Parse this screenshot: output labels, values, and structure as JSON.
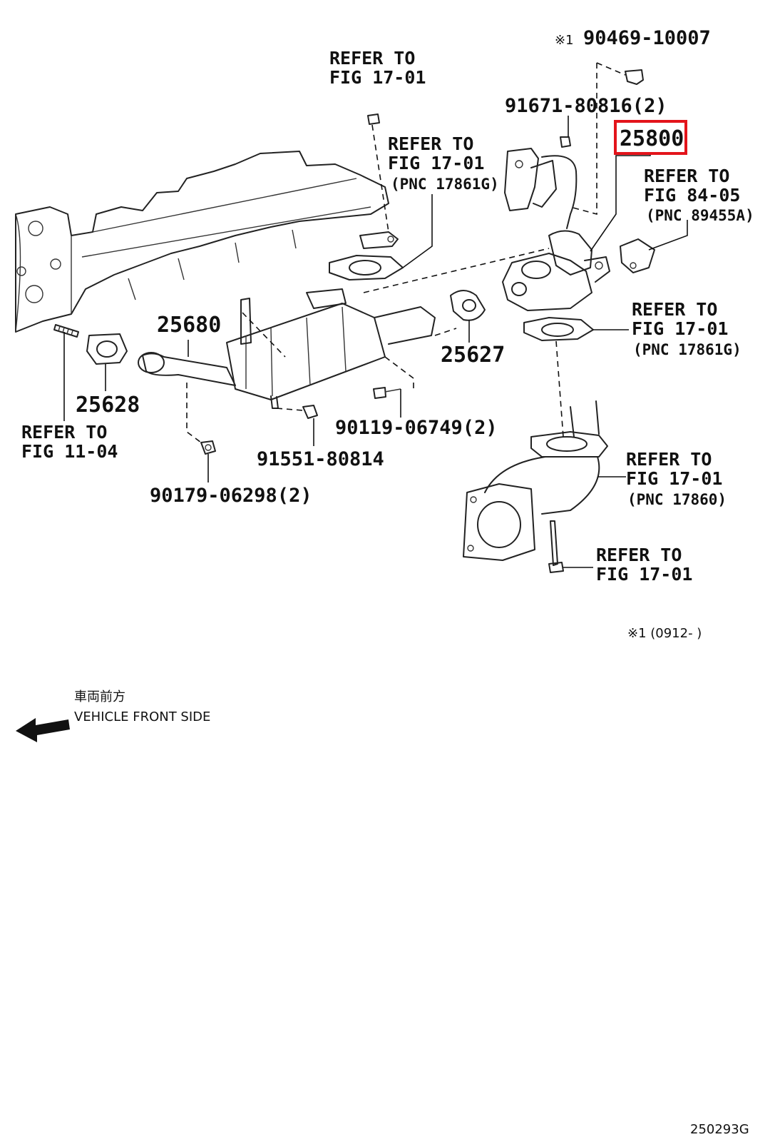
{
  "diagram": {
    "ref_17_01_a": [
      "REFER TO",
      "FIG 17-01"
    ],
    "ref_17_01_b": [
      "REFER TO",
      "FIG 17-01",
      "(PNC 17861G)"
    ],
    "ref_84_05": [
      "REFER TO",
      "FIG 84-05",
      "(PNC 89455A)"
    ],
    "ref_17_01_c": [
      "REFER TO",
      "FIG 17-01",
      "(PNC 17861G)"
    ],
    "ref_11_04": [
      "REFER TO",
      "FIG 11-04"
    ],
    "ref_17_01_d": [
      "REFER TO",
      "FIG 17-01",
      "(PNC 17860)"
    ],
    "ref_17_01_e": [
      "REFER TO",
      "FIG 17-01"
    ],
    "part_90469": {
      "mark": "※1",
      "number": "90469-10007"
    },
    "part_91671": "91671-80816(2)",
    "part_25800": "25800",
    "part_25680": "25680",
    "part_25627": "25627",
    "part_25628": "25628",
    "part_90119": "90119-06749(2)",
    "part_91551": "91551-80814",
    "part_90179": "90179-06298(2)",
    "footnote": "※1 (0912-       )",
    "direction_jp": "車両前方",
    "direction_en": "VEHICLE FRONT SIDE",
    "figure_id": "250293G",
    "highlight_color": "#e3141b"
  }
}
